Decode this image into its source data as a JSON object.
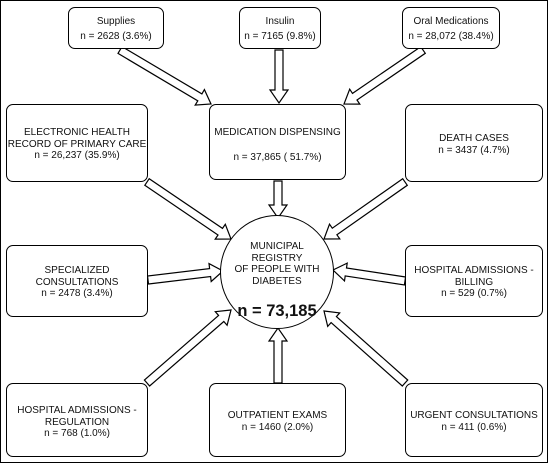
{
  "diagram": {
    "hub": {
      "title_lines": [
        "MUNICIPAL REGISTRY",
        "OF PEOPLE WITH",
        "DIABETES"
      ],
      "total": "n = 73,185"
    },
    "nodes": {
      "supplies": {
        "lines": [
          "Supplies"
        ],
        "value": "n = 2628 (3.6%)"
      },
      "insulin": {
        "lines": [
          "Insulin"
        ],
        "value": "n = 7165 (9.8%)"
      },
      "oral_medications": {
        "lines": [
          "Oral Medications"
        ],
        "value": "n = 28,072 (38.4%)"
      },
      "ehr": {
        "lines": [
          "ELECTRONIC HEALTH",
          "RECORD OF PRIMARY CARE"
        ],
        "value": "n = 26,237 (35.9%)"
      },
      "medication_dispensing": {
        "lines": [
          "MEDICATION DISPENSING"
        ],
        "value": "n = 37,865 ( 51.7%)"
      },
      "death_cases": {
        "lines": [
          "DEATH CASES"
        ],
        "value": "n = 3437 (4.7%)"
      },
      "specialized_consultations": {
        "lines": [
          "SPECIALIZED",
          "CONSULTATIONS"
        ],
        "value": "n = 2478 (3.4%)"
      },
      "hospital_billing": {
        "lines": [
          "HOSPITAL ADMISSIONS -",
          "BILLING"
        ],
        "value": "n = 529 (0.7%)"
      },
      "hospital_regulation": {
        "lines": [
          "HOSPITAL ADMISSIONS -",
          "REGULATION"
        ],
        "value": "n = 768 (1.0%)"
      },
      "outpatient_exams": {
        "lines": [
          "OUTPATIENT EXAMS"
        ],
        "value": "n = 1460 (2.0%)"
      },
      "urgent_consultations": {
        "lines": [
          "URGENT CONSULTATIONS"
        ],
        "value": "n = 411 (0.6%)"
      }
    }
  }
}
